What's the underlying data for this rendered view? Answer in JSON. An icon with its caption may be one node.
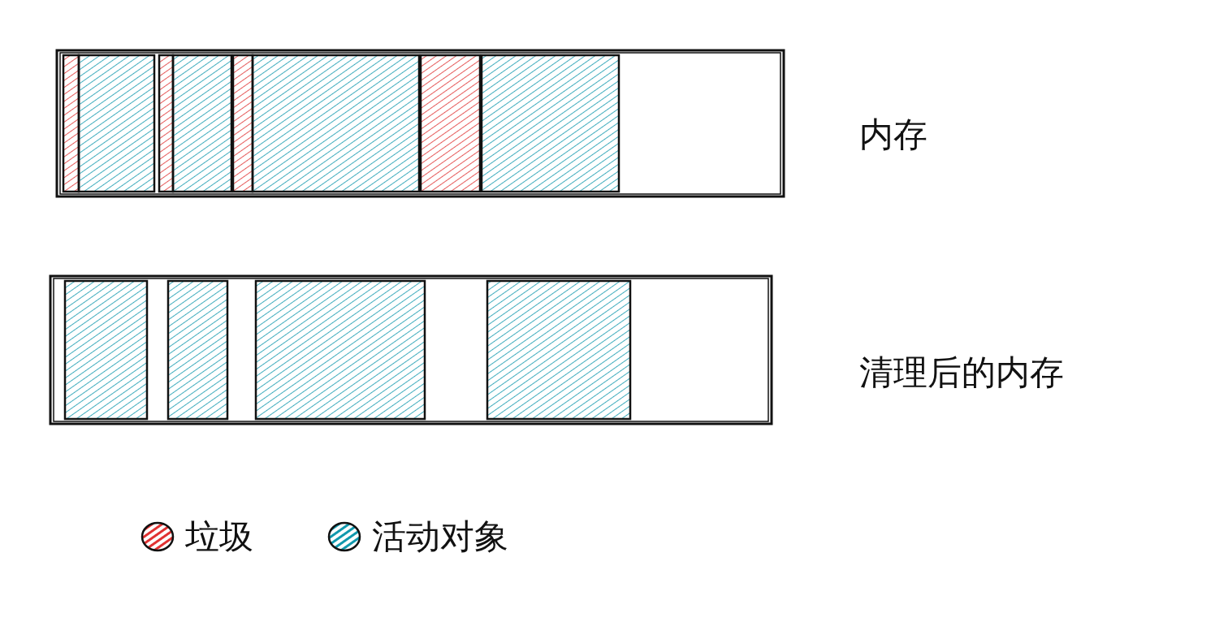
{
  "diagram": {
    "labels": [
      "内存",
      "清理后的内存"
    ],
    "legend": [
      {
        "text": "垃圾",
        "color": "#e03131"
      },
      {
        "text": "活动对象",
        "color": "#1098ad"
      }
    ]
  }
}
